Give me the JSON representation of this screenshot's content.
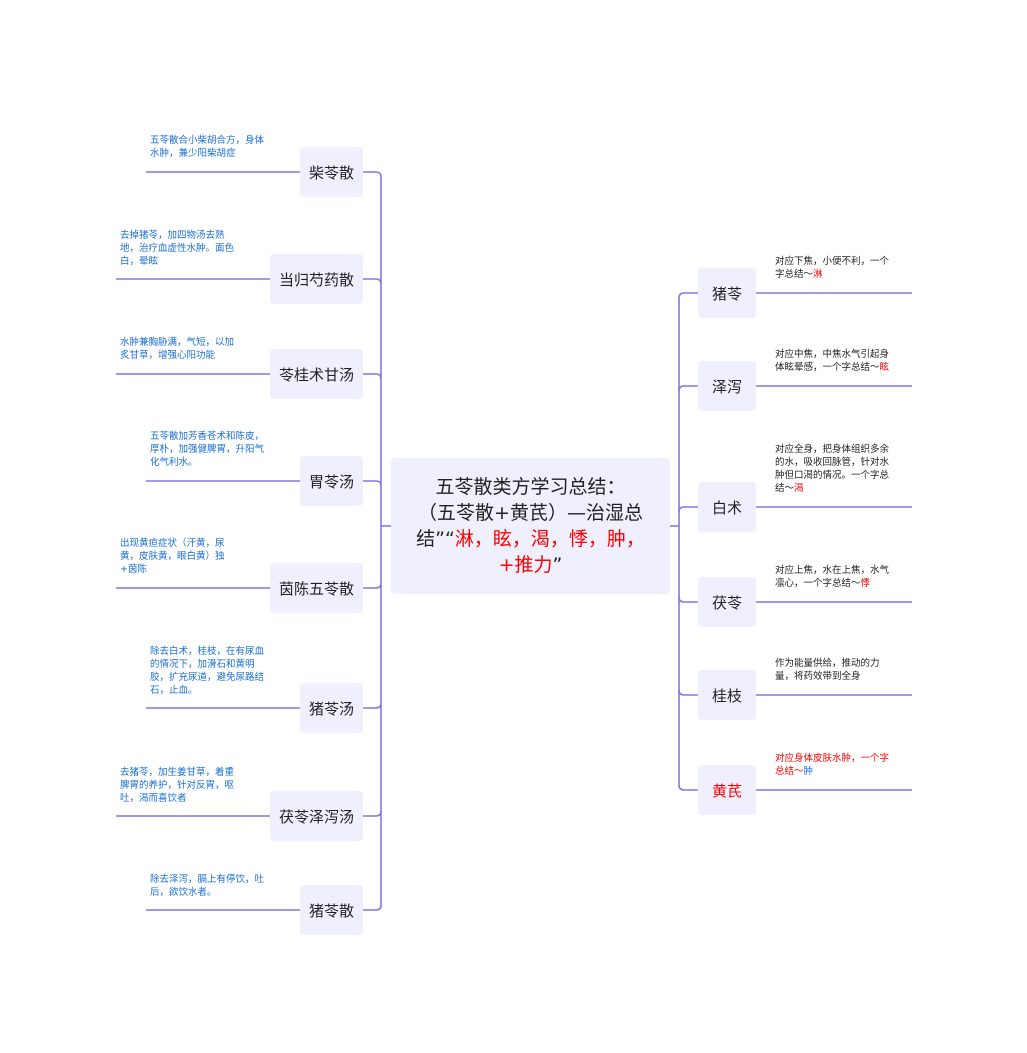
{
  "center": {
    "line1": "五苓散类方学习总结：",
    "line2": "（五苓散+黄芪）—治湿总",
    "line3_prefix": "结”“",
    "line3_red": "淋，眩，渴，悸，肿，",
    "line4_red": "+推力",
    "line4_suffix": "”"
  },
  "left_branches": [
    {
      "label": "柴苓散",
      "note": [
        "五苓散合小柴胡合方，身体",
        "水肿，兼少阳柴胡症"
      ]
    },
    {
      "label": "当归芍药散",
      "note": [
        "去掉猪苓，加四物汤去熟",
        "地，治疗血虚性水肿。面色",
        "白，晕眩"
      ]
    },
    {
      "label": "苓桂术甘汤",
      "note": [
        "水肿兼胸胁满，气短，以加",
        "炙甘草，增强心阳功能"
      ]
    },
    {
      "label": "胃苓汤",
      "note": [
        "五苓散加芳香苍术和陈皮，",
        "厚朴，加强健脾胃，升阳气",
        "化气利水。"
      ]
    },
    {
      "label": "茵陈五苓散",
      "note": [
        "出现黄疸症状（汗黄，尿",
        "黄，皮肤黄，眼白黄）独",
        "+茵陈"
      ]
    },
    {
      "label": "猪苓汤",
      "note": [
        "除去白术，桂枝，在有尿血",
        "的情况下，加滑石和黄明",
        "胶，扩充尿道，避免尿路结",
        "石，止血。"
      ]
    },
    {
      "label": "茯苓泽泻汤",
      "note": [
        "去猪苓，加生姜甘草，着重",
        "脾胃的养护，针对反胃，呕",
        "吐，渴而喜饮者"
      ]
    },
    {
      "label": "猪苓散",
      "note": [
        "除去泽泻，膈上有停饮，吐",
        "后，欲饮水者。"
      ]
    }
  ],
  "right_branches": [
    {
      "label": "猪苓",
      "note": [
        "对应下焦，小便不利，一个",
        "字总结～"
      ],
      "key": "淋"
    },
    {
      "label": "泽泻",
      "note": [
        "对应中焦，中焦水气引起身",
        "体眩晕感，一个字总结～"
      ],
      "key": "眩"
    },
    {
      "label": "白术",
      "note": [
        "对应全身，把身体组织多余",
        "的水，吸收回脉管，针对水",
        "肿但口渴的情况。一个字总",
        "结～"
      ],
      "key": "渴"
    },
    {
      "label": "茯苓",
      "note": [
        "对应上焦，水在上焦，水气",
        "凛心，一个字总结～"
      ],
      "key": "悸"
    },
    {
      "label": "桂枝",
      "note": [
        "作为能量供给，推动的力",
        "量，将药效带到全身"
      ],
      "key": ""
    },
    {
      "label": "黄芪",
      "note": [
        "对应身体皮肤水肿，一个字",
        "总结～"
      ],
      "key": "肿"
    }
  ],
  "colors": {
    "connector": "#8577e8",
    "node_fill": "#f0effd",
    "emphasis": "#ff0000",
    "note_blue": "#1a6fd6"
  }
}
